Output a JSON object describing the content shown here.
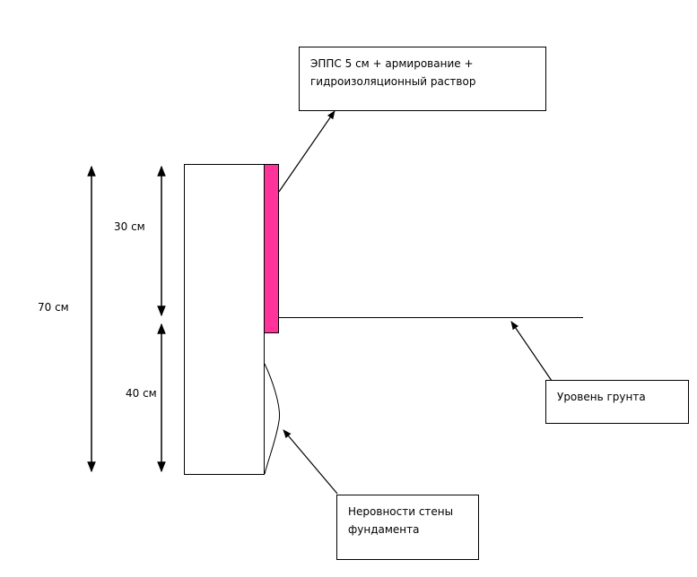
{
  "dimensions": {
    "total": "70 см",
    "upper": "30 см",
    "lower": "40 см"
  },
  "callouts": {
    "insulation": {
      "line1": "ЭППС 5 см + армирование +",
      "line2": "гидроизоляционный раствор"
    },
    "ground": {
      "line1": "Уровень грунта"
    },
    "unevenness": {
      "line1": "Неровности стены",
      "line2": "фундамента"
    }
  },
  "colors": {
    "insulation_fill": "#FF3399",
    "line": "#000000",
    "background": "#FFFFFF"
  }
}
